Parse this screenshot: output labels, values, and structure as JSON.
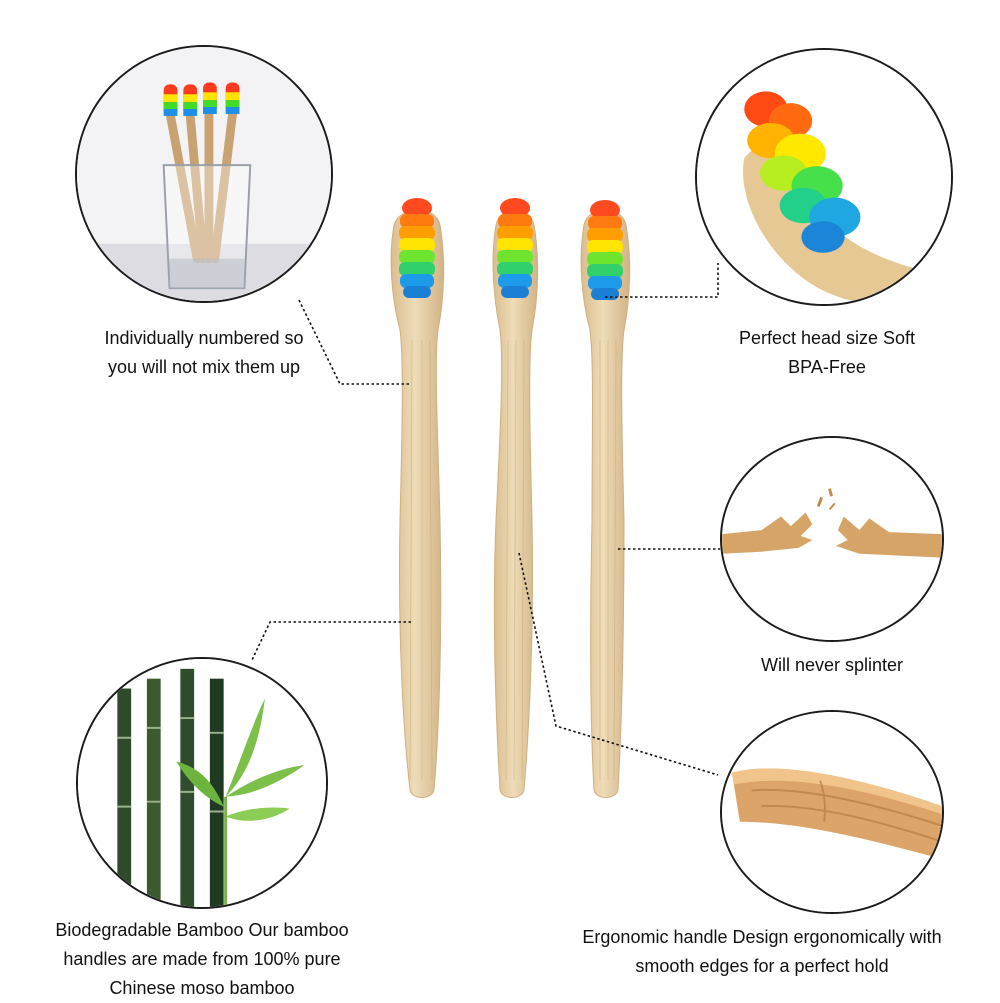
{
  "features": {
    "numbered": {
      "lines": [
        "Individually numbered so",
        "you will not mix them up"
      ],
      "icon": "toothbrushes-in-glass"
    },
    "head": {
      "lines": [
        "Perfect head size Soft",
        "BPA-Free"
      ],
      "icon": "rainbow-bristle-head"
    },
    "splinter": {
      "lines": [
        "Will never splinter"
      ],
      "icon": "broken-wood"
    },
    "bamboo": {
      "lines": [
        "Biodegradable Bamboo Our bamboo",
        "handles are made from 100% pure",
        "Chinese moso bamboo"
      ],
      "icon": "bamboo-plant"
    },
    "ergonomic": {
      "lines": [
        "Ergonomic handle Design ergonomically with",
        "smooth edges for a perfect hold"
      ],
      "icon": "bamboo-handle-closeup"
    }
  },
  "colors": {
    "bamboo": "#e6cfa6",
    "bristle_red": "#ff3b1f",
    "bristle_orange": "#ff9a00",
    "bristle_yellow": "#ffe800",
    "bristle_green": "#3fdc2a",
    "bristle_blue": "#1e8fe8",
    "outline": "#1c1c1c"
  }
}
